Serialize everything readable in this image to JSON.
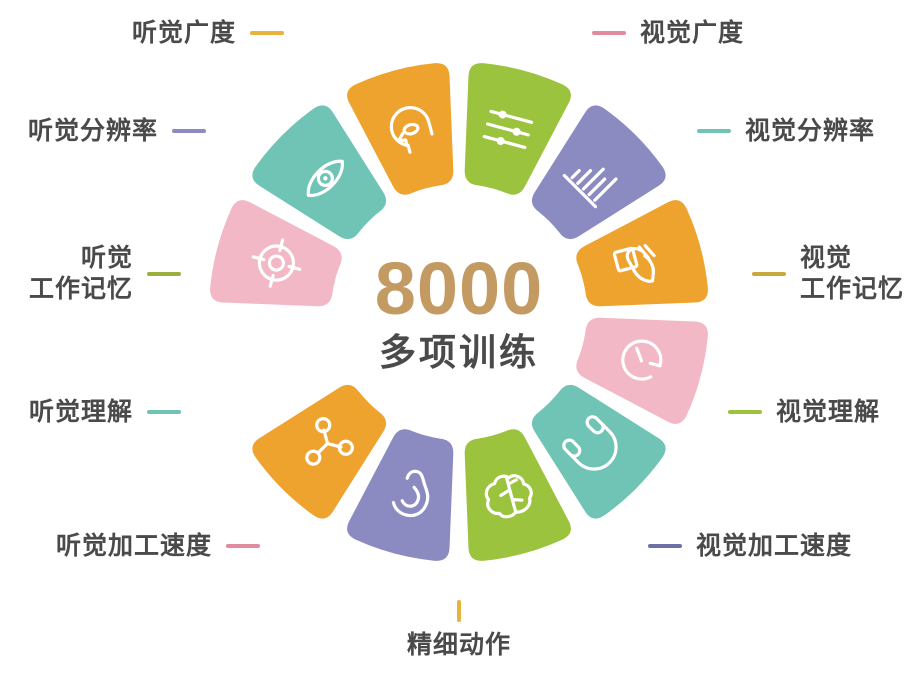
{
  "center": {
    "number": "8000",
    "subtitle": "多项训练",
    "number_color": "#C39B62",
    "subtitle_color": "#4a4a4a"
  },
  "segments": [
    {
      "id": "visual-span",
      "label": "视觉广度",
      "icon": "target-icon",
      "color": "#F2B8C6",
      "side": "right",
      "angle_deg": -75
    },
    {
      "id": "visual-resolution",
      "label": "视觉分辨率",
      "icon": "eye-icon",
      "color": "#6FC4B5",
      "side": "right",
      "angle_deg": -45
    },
    {
      "id": "visual-working-memory",
      "label": "视觉\n工作记忆",
      "icon": "head-profile-icon",
      "color": "#EDA32E",
      "side": "right",
      "angle_deg": -15
    },
    {
      "id": "visual-comprehension",
      "label": "视觉理解",
      "icon": "sliders-icon",
      "color": "#9BC33E",
      "side": "right",
      "angle_deg": 15
    },
    {
      "id": "visual-processing-speed",
      "label": "视觉加工速度",
      "icon": "bar-chart-icon",
      "color": "#8B8BC2",
      "side": "right",
      "angle_deg": 45
    },
    {
      "id": "fine-motor",
      "label": "精细动作",
      "icon": "hand-grasp-icon",
      "color": "#EDA32E",
      "side": "bottom",
      "angle_deg": 75
    },
    {
      "id": "auditory-processing-speed",
      "label": "听觉加工速度",
      "icon": "stopwatch-icon",
      "color": "#F2B8C6",
      "side": "left",
      "angle_deg": 105
    },
    {
      "id": "auditory-comprehension",
      "label": "听觉理解",
      "icon": "headphones-icon",
      "color": "#6FC4B5",
      "side": "left",
      "angle_deg": 135
    },
    {
      "id": "auditory-working-memory",
      "label": "听觉\n工作记忆",
      "icon": "brain-icon",
      "color": "#9BC33E",
      "side": "left",
      "angle_deg": 165
    },
    {
      "id": "auditory-resolution",
      "label": "听觉分辨率",
      "icon": "ear-icon",
      "color": "#8B8BC2",
      "side": "left",
      "angle_deg": 195
    },
    {
      "id": "auditory-span",
      "label": "听觉广度",
      "icon": "network-node-icon",
      "color": "#EDA32E",
      "side": "left",
      "angle_deg": 225
    }
  ],
  "dash_colors": {
    "visual-span": "#E08C9E",
    "visual-resolution": "#6FC4B5",
    "visual-working-memory": "#C9A93C",
    "visual-comprehension": "#9BC33E",
    "visual-processing-speed": "#6F6FA8",
    "fine-motor": "#E8B33C",
    "auditory-processing-speed": "#E08C9E",
    "auditory-comprehension": "#6FC4B5",
    "auditory-working-memory": "#9BAE3E",
    "auditory-resolution": "#8B8BC2",
    "auditory-span": "#E8B33C"
  }
}
